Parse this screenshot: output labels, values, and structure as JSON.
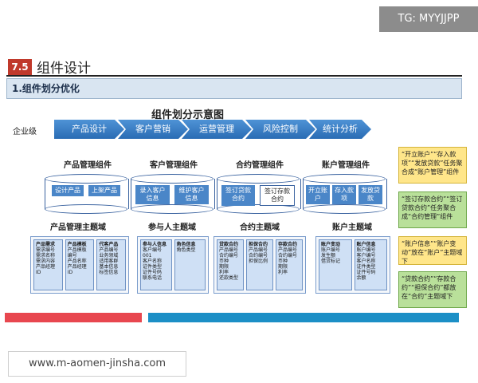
{
  "watermark": {
    "top": "TG: MYYJJPP",
    "bottom": "www.m-aomen-jinsha.com"
  },
  "header": {
    "badge": "7.5",
    "title": "组件设计",
    "subhead": "1.组件划分优化"
  },
  "diagram": {
    "title": "组件划分示意图",
    "enterprise_label": "企业级",
    "chevrons": [
      "产品设计",
      "客户营销",
      "运营管理",
      "风险控制",
      "统计分析"
    ],
    "components": [
      {
        "title": "产品管理组件",
        "pills": [
          "设计产品",
          "上架产品"
        ]
      },
      {
        "title": "客户管理组件",
        "pills": [
          "录入客户信息",
          "维护客户信息"
        ]
      },
      {
        "title": "合约管理组件",
        "pills": [
          "签订贷款合约",
          "签订存款合约"
        ]
      },
      {
        "title": "账户管理组件",
        "pills": [
          "开立账户",
          "存入款项",
          "发放贷款"
        ]
      }
    ],
    "domains": [
      {
        "title": "产品管理主题域",
        "cards": [
          {
            "title": "产品需求",
            "lines": [
              "需求编号",
              "需求名称",
              "需求内容",
              "产品经理",
              "ID"
            ]
          },
          {
            "title": "产品模板",
            "lines": [
              "产品模板",
              "编号",
              "产品名称",
              "产品经理",
              "ID"
            ]
          },
          {
            "title": "代客产品",
            "lines": [
              "产品编号",
              "业务领域",
              "适用客群",
              "基本信息",
              "标签信息"
            ]
          }
        ]
      },
      {
        "title": "参与人主题域",
        "cards": [
          {
            "title": "参与人信息",
            "lines": [
              "客户编号",
              "001",
              "客户名称",
              "证件类型",
              "证件号码",
              "联系电话"
            ]
          },
          {
            "title": "角色信息",
            "lines": [
              "角色类型"
            ]
          }
        ]
      },
      {
        "title": "合约主题域",
        "cards": [
          {
            "title": "贷款合约",
            "lines": [
              "产品编号",
              "合约编号",
              "币种",
              "期限",
              "利率",
              "还款类型"
            ]
          },
          {
            "title": "担保合约",
            "lines": [
              "产品编号",
              "合约编号",
              "担保比例"
            ]
          },
          {
            "title": "存款合约",
            "lines": [
              "产品编号",
              "合约编号",
              "币种",
              "期限",
              "利率"
            ]
          }
        ]
      },
      {
        "title": "账户主题域",
        "cards": [
          {
            "title": "账户变动",
            "lines": [
              "账户编号",
              "发生额",
              "借贷标记"
            ]
          },
          {
            "title": "账户信息",
            "lines": [
              "账户编号",
              "客户编号",
              "客户名称",
              "证件类型",
              "证件号码",
              "余额"
            ]
          }
        ]
      }
    ],
    "notes": [
      {
        "color": "yellow",
        "text": "“开立账户”“存入款项”“发放贷款”任务聚合成“账户管理”组件"
      },
      {
        "color": "green",
        "text": "“签订存款合约”“签订贷款合约”任务聚合成“合约管理”组件"
      },
      {
        "color": "yellow",
        "text": "“账户信息”“账户变动”放在“账户”主题域下"
      },
      {
        "color": "green",
        "text": "“贷款合约”“存款合约”“担保合约”都放在“合约”主题域下"
      }
    ]
  },
  "colors": {
    "accent_red": "#c0392b",
    "chevron_blue": "#2a6cb4",
    "bar_red": "#e8474f",
    "bar_blue": "#1c8fc6"
  }
}
